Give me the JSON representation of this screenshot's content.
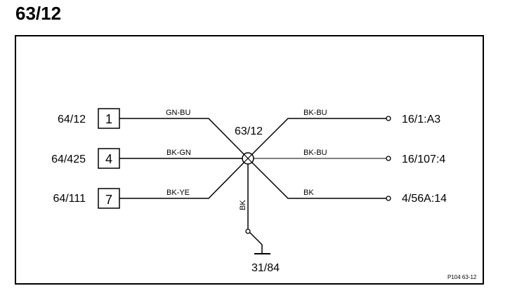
{
  "title": "63/12",
  "diagram": {
    "node_label": "63/12",
    "left_connections": [
      {
        "source": "64/12",
        "pin": "1",
        "wire": "GN-BU"
      },
      {
        "source": "64/425",
        "pin": "4",
        "wire": "BK-GN"
      },
      {
        "source": "64/111",
        "pin": "7",
        "wire": "BK-YE"
      }
    ],
    "right_connections": [
      {
        "target": "16/1:A3",
        "wire": "BK-BU"
      },
      {
        "target": "16/107:4",
        "wire": "BK-BU"
      },
      {
        "target": "4/56A:14",
        "wire": "BK"
      }
    ],
    "ground": {
      "wire": "BK",
      "label": "31/84"
    },
    "reference": "P104  63-12"
  }
}
